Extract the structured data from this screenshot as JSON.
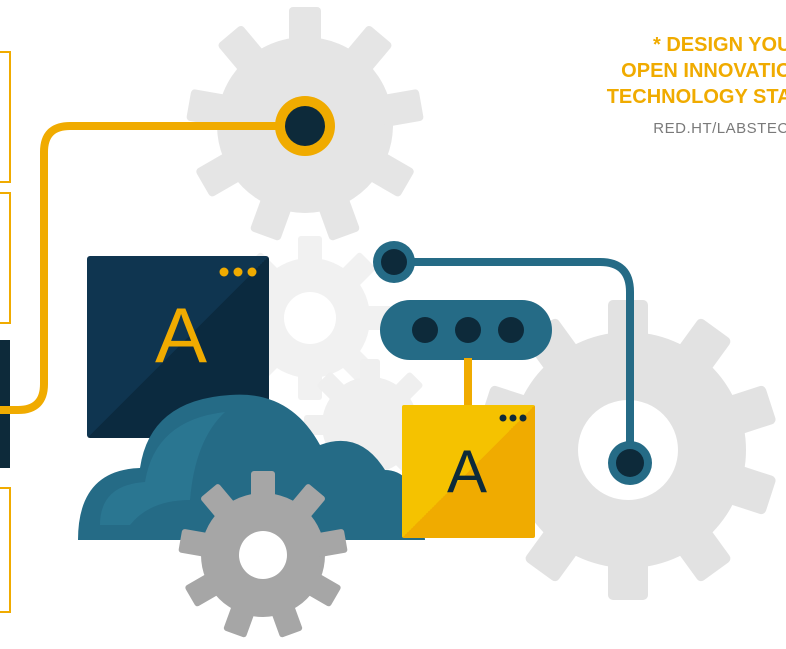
{
  "headline": {
    "line1": "* DESIGN YOUR",
    "line2": "OPEN INNOVATION",
    "line3": "TECHNOLOGY STAC"
  },
  "url": "RED.HT/LABSTECH",
  "windows": {
    "dark_letter": "A",
    "yellow_letter": "A"
  },
  "colors": {
    "accent_yellow": "#f0ab00",
    "dark_navy": "#0d2a3a",
    "teal": "#256b86",
    "gear_light": "#e5e5e5",
    "gear_dark": "#a6a6a6"
  },
  "icons": [
    "gear-icon",
    "cloud-icon",
    "window-icon",
    "connector-icon"
  ]
}
